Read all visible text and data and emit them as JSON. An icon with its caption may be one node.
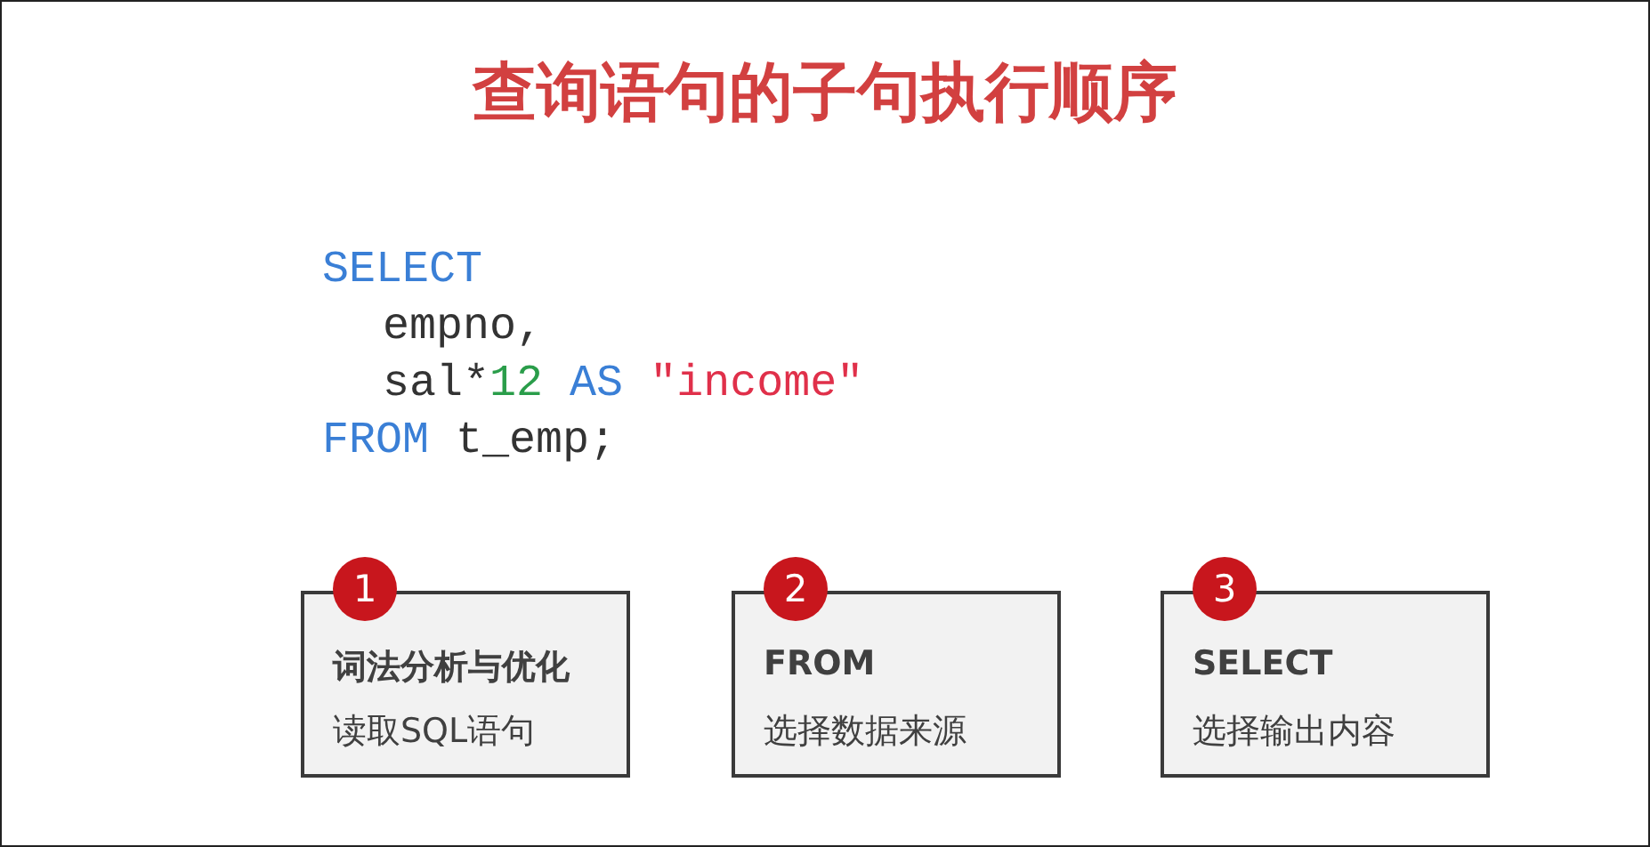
{
  "diagram": {
    "title": "查询语句的子句执行顺序",
    "nodes": [
      {
        "text": [
          "1",
          "词法分析与优化",
          "读取SQL语句"
        ]
      },
      {
        "text": [
          "2",
          "FROM",
          "选择数据来源"
        ]
      },
      {
        "text": [
          "3",
          "SELECT",
          "选择输出内容"
        ]
      }
    ],
    "labels": [
      "SELECT",
      "empno,",
      "sal*12 AS \"income\"",
      "FROM t_emp;"
    ]
  }
}
